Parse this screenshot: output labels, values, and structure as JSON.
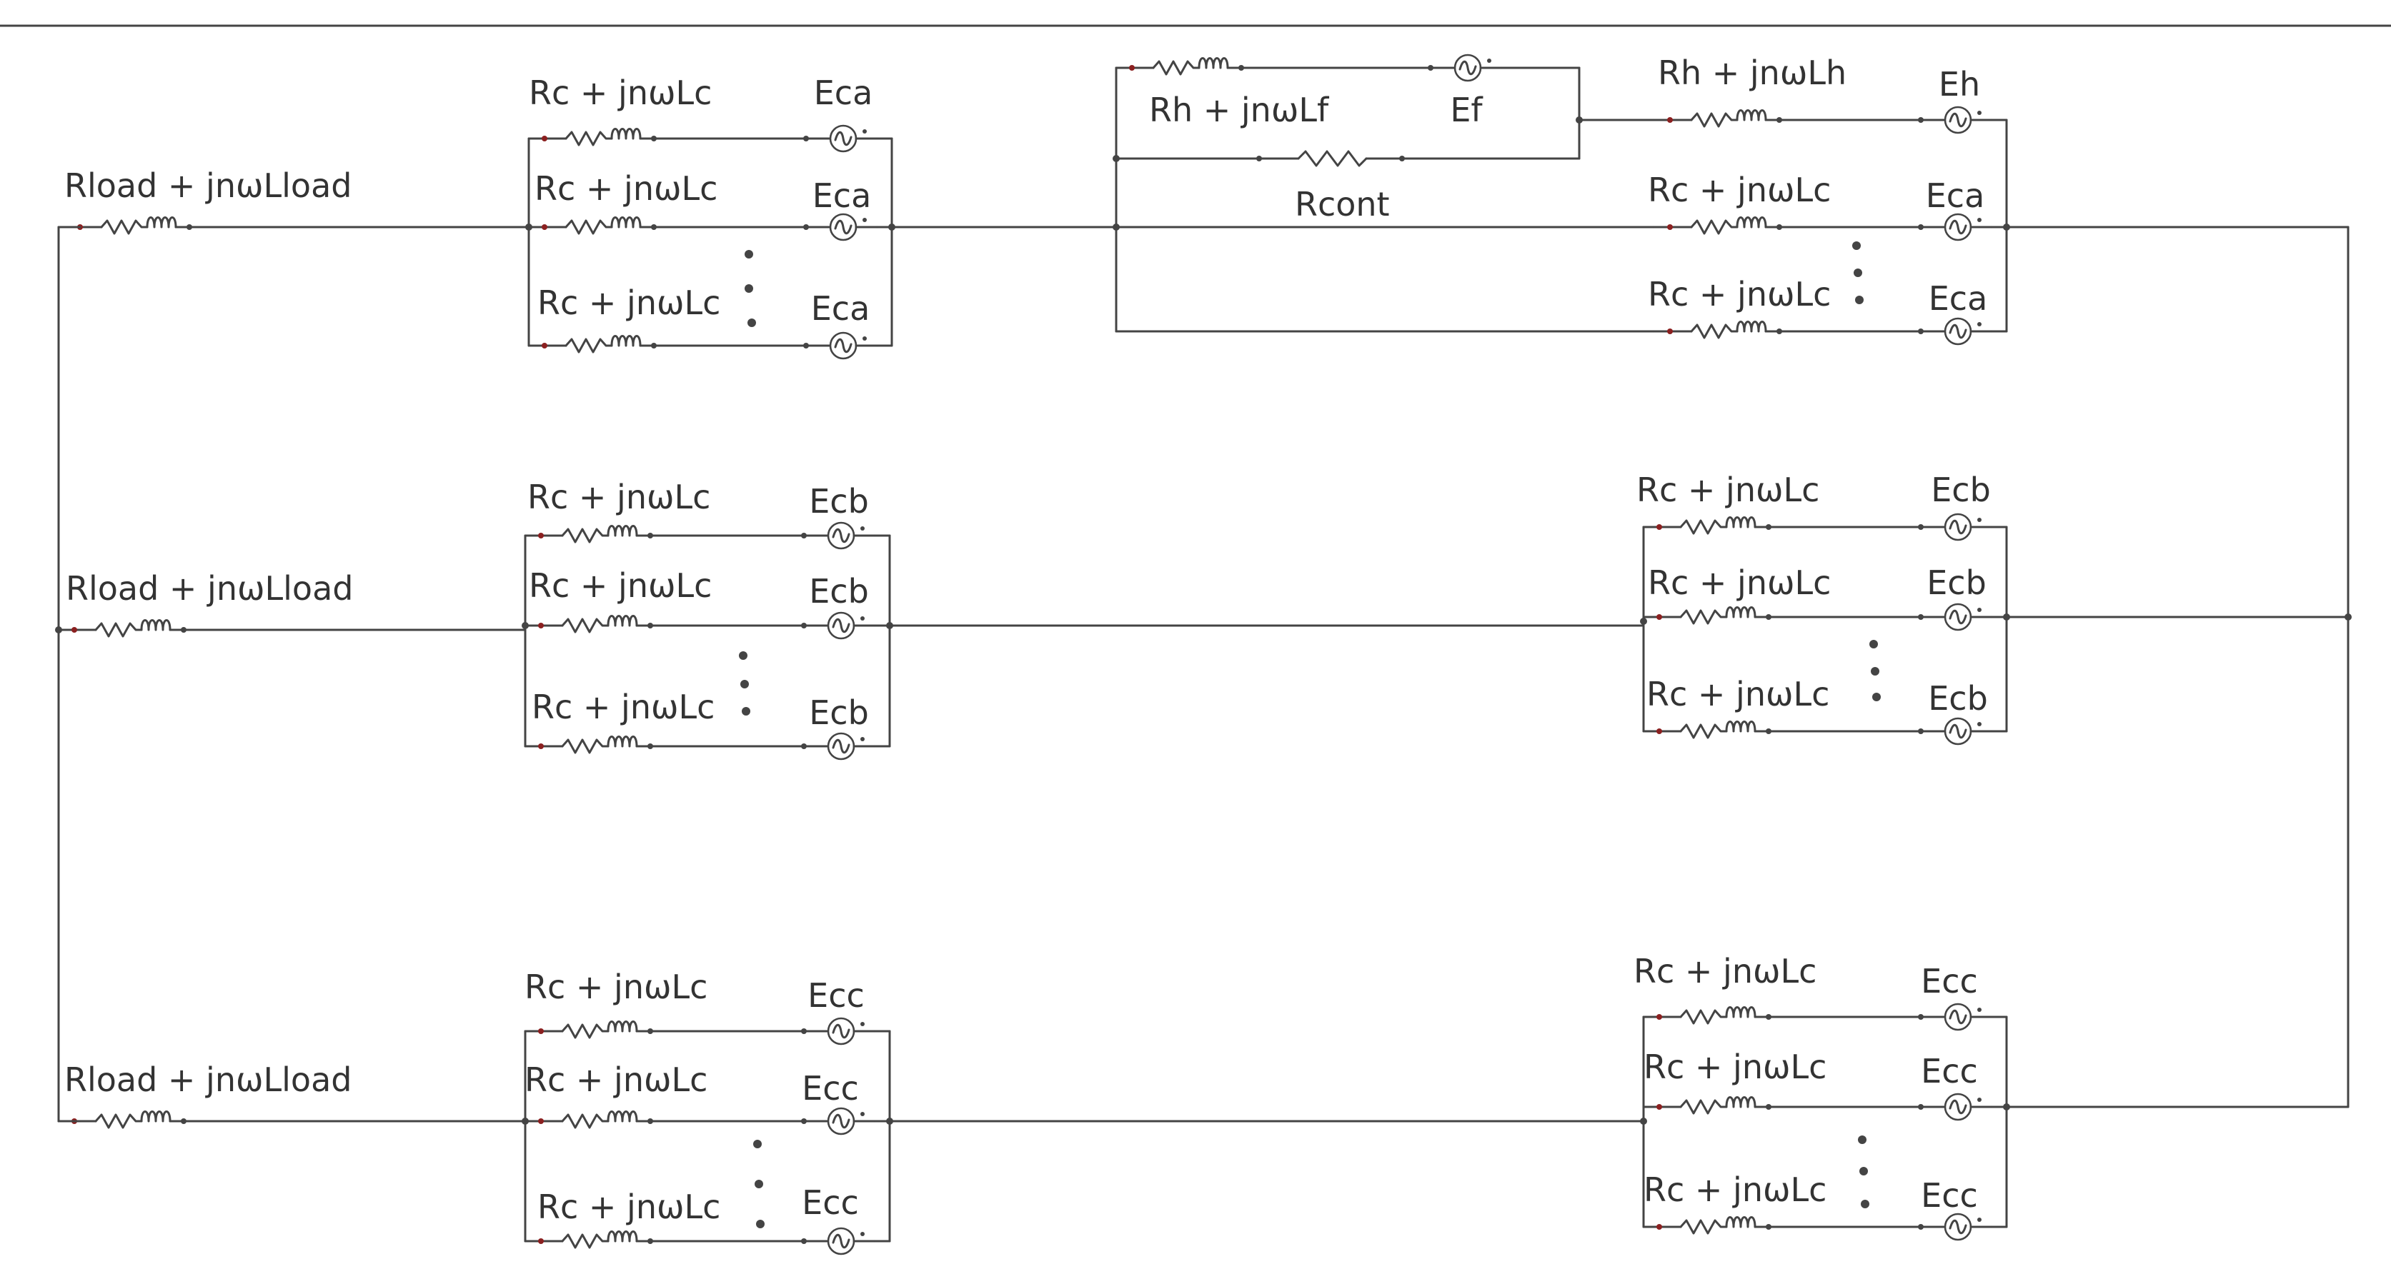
{
  "labels": {
    "load": "Rload + jnωLload",
    "coil": "Rc + jnωLc",
    "rh_lh": "Rh + jnωLh",
    "rh_lf": "Rh + jnωLf",
    "rcont": "Rcont",
    "eca": "Eca",
    "ecb": "Ecb",
    "ecc": "Ecc",
    "eh": "Eh",
    "ef": "Ef"
  },
  "colors": {
    "wire": "#444444",
    "text": "#333333",
    "terminal": "#8b2020"
  },
  "icons": {
    "resistor": "resistor-zigzag-icon",
    "inductor": "inductor-coil-icon",
    "source": "ac-source-icon",
    "dots": "ellipsis-vertical-icon"
  }
}
